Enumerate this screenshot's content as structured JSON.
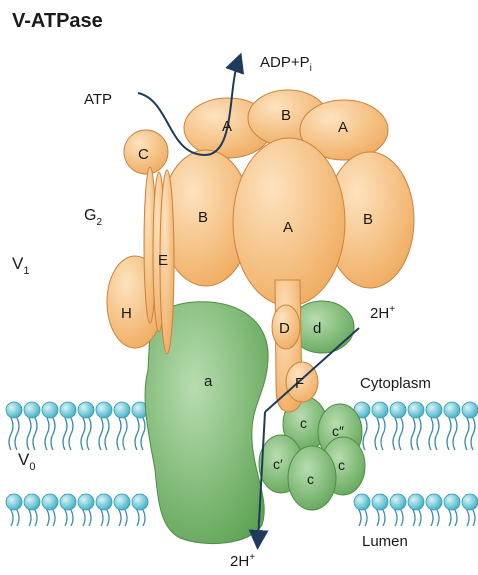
{
  "title": "V-ATPase",
  "domains": {
    "v1": "V",
    "v1_sub": "1",
    "v0": "V",
    "v0_sub": "0"
  },
  "regions": {
    "cytoplasm": "Cytoplasm",
    "lumen": "Lumen"
  },
  "reaction": {
    "atp": "ATP",
    "products": "ADP+P",
    "products_sub": "i"
  },
  "protons": {
    "top": "2H",
    "top_sup": "+",
    "bottom": "2H",
    "bottom_sup": "+"
  },
  "subunits": {
    "a_back_left": "A",
    "b_back_mid": "B",
    "a_back_right": "A",
    "b_front_left": "B",
    "a_front": "A",
    "b_front_right": "B",
    "c": "C",
    "g2": "G",
    "g2_sub": "2",
    "e": "E",
    "h": "H",
    "a_small": "a",
    "d_upper": "D",
    "d_lower": "d",
    "f": "F",
    "c_ring_1": "c",
    "c_ring_2": "c″",
    "c_ring_3": "c′",
    "c_ring_4": "c",
    "c_ring_5": "c"
  },
  "colors": {
    "v1_fill": "#f6c17f",
    "v1_highlight": "#fde3bf",
    "v1_stroke": "#c9843f",
    "v0_fill": "#7cb970",
    "v0_highlight": "#b8ddb0",
    "v0_stroke": "#4f8c45",
    "lipid_head": "#6cc7d8",
    "lipid_tail": "#3a8fa0",
    "arrow": "#1f3b5c"
  }
}
